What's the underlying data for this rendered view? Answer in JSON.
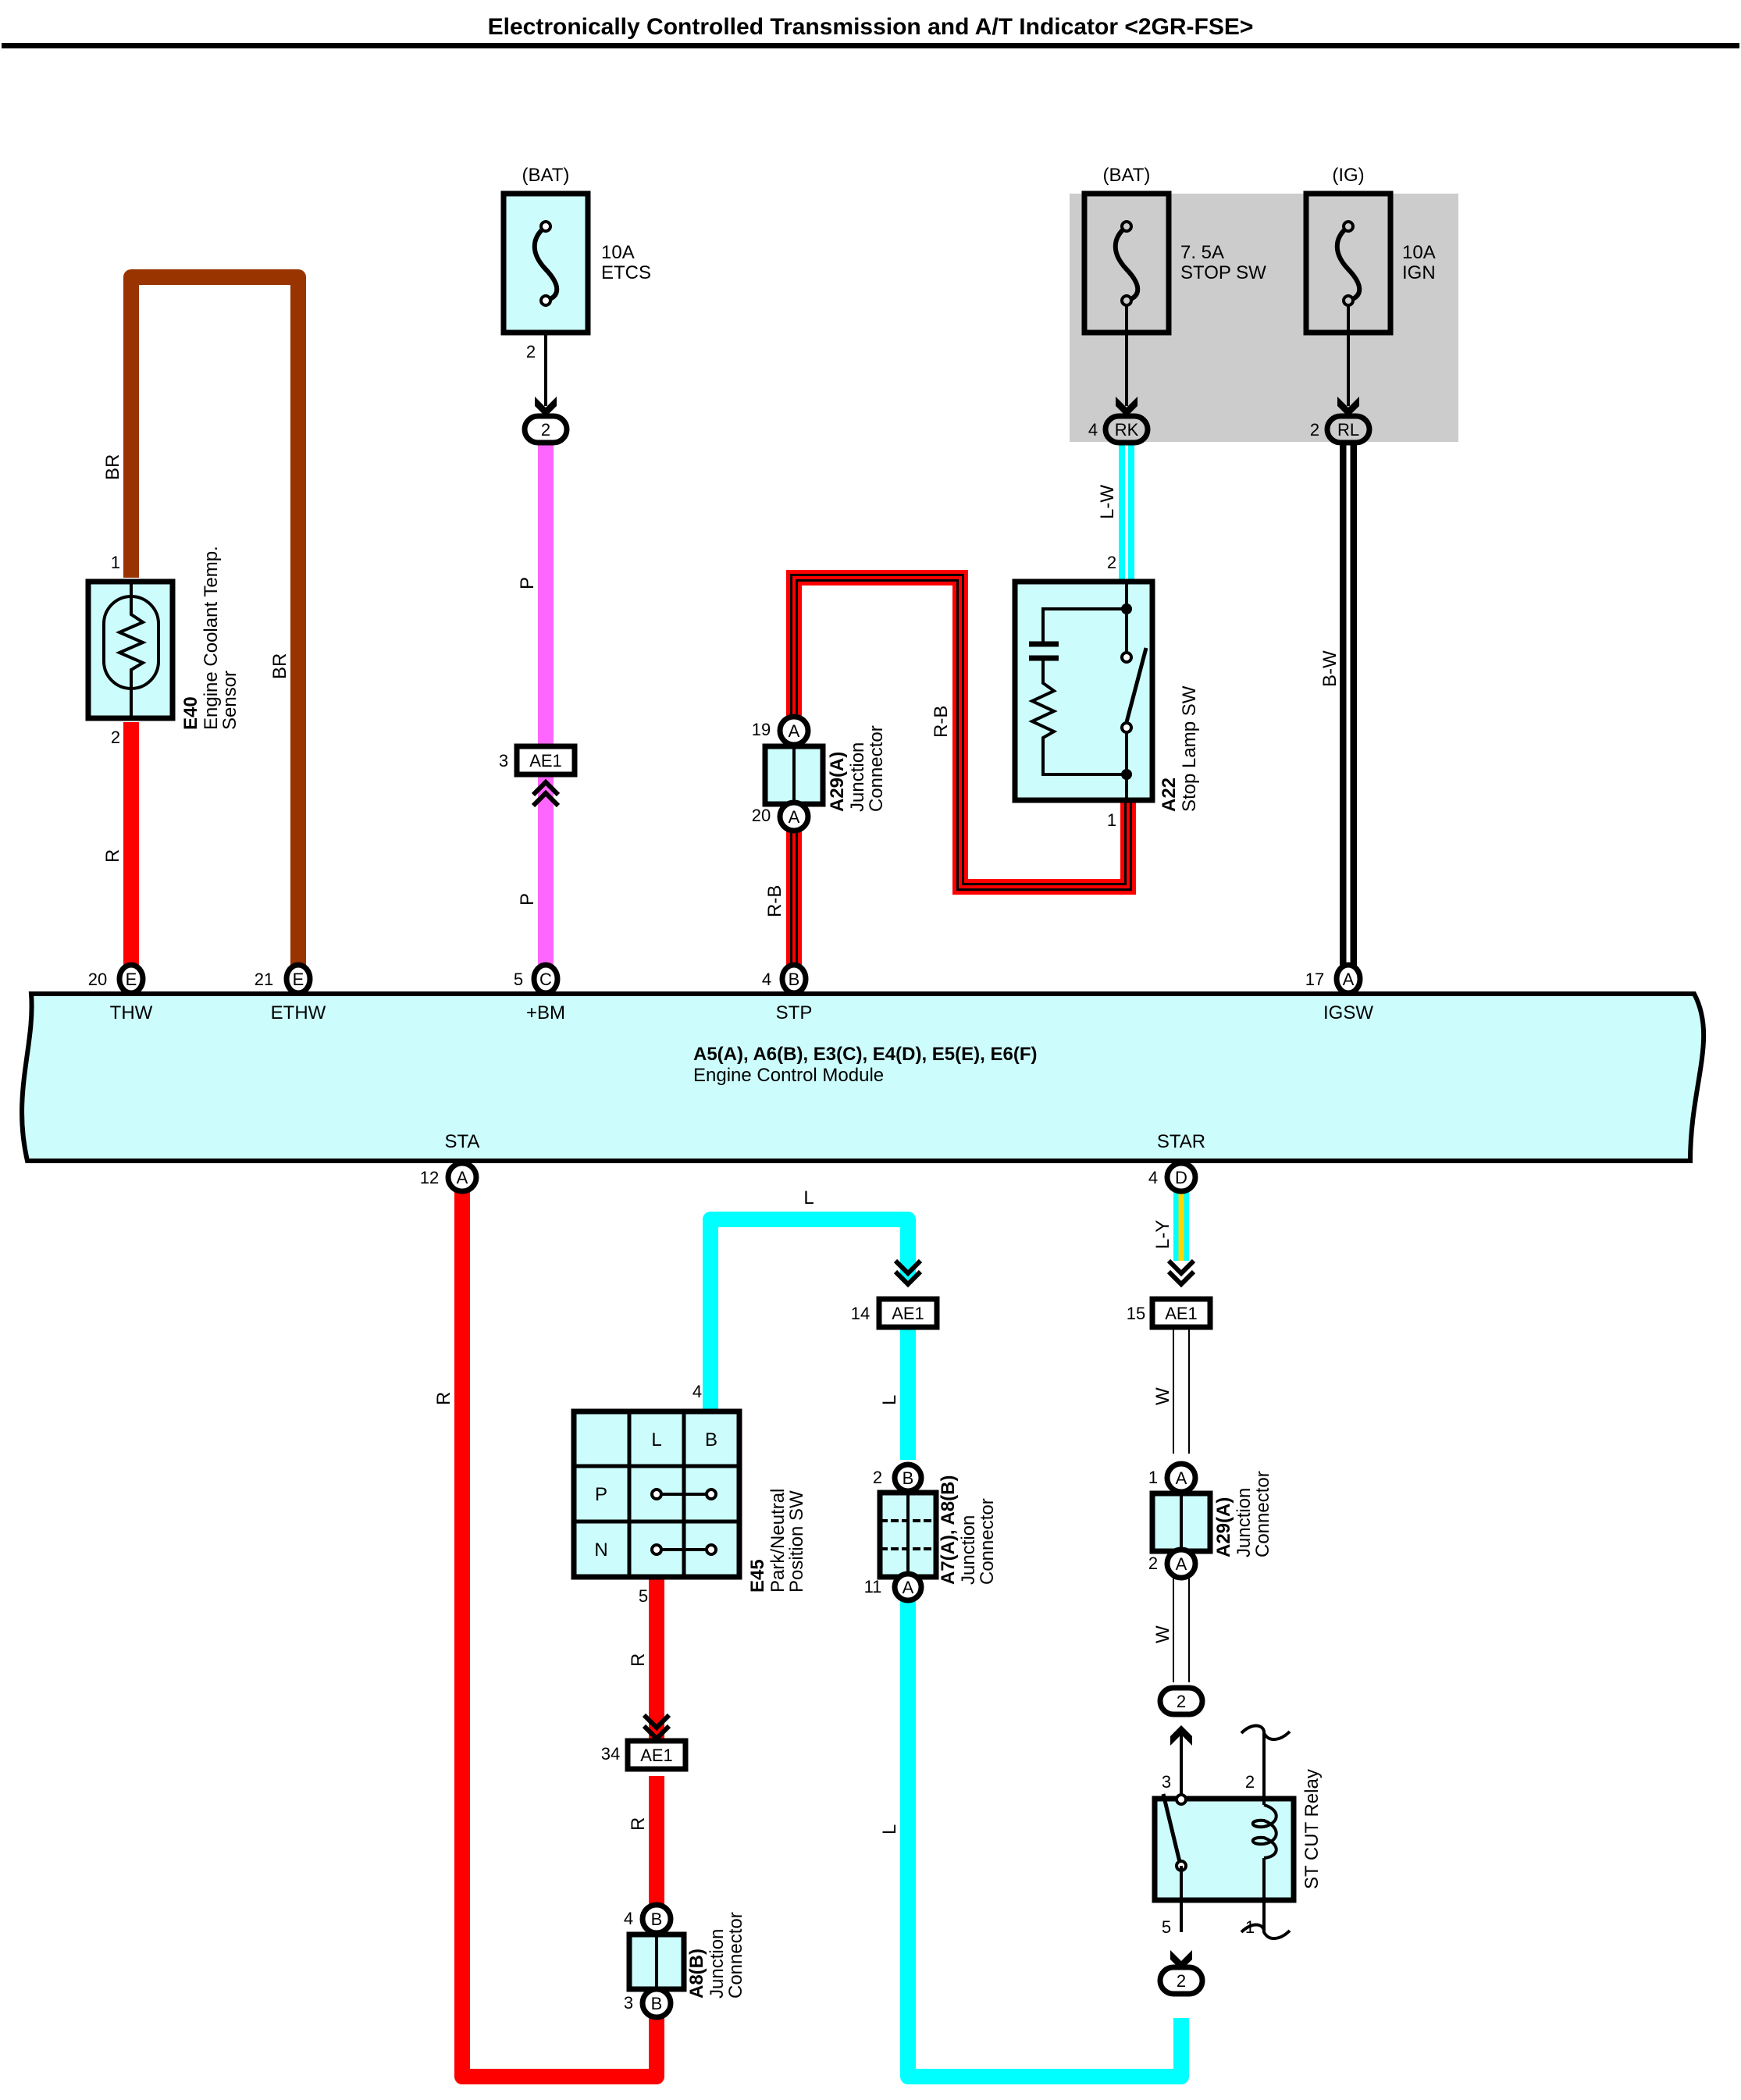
{
  "title": "Electronically Controlled Transmission and A/T Indicator <2GR-FSE>",
  "colors": {
    "component_fill": "#ccfcfc",
    "junction_block_bg": "#cccccc",
    "wire_BR": "#993300",
    "wire_R": "#ff0000",
    "wire_P": "#ff66ff",
    "wire_L": "#00ffff",
    "wire_Y": "#ffd700",
    "wire_B": "#000000",
    "wire_W": "#ffffff"
  },
  "fuses": [
    {
      "id": "fuse-etcs",
      "source": "(BAT)",
      "rating": "10A",
      "name": "ETCS",
      "out_pin": "2",
      "connector": "2",
      "connector_pin": ""
    },
    {
      "id": "fuse-stop-sw",
      "source": "(BAT)",
      "rating": "7. 5A",
      "name": "STOP SW",
      "connector": "RK",
      "connector_pin": "4"
    },
    {
      "id": "fuse-ign",
      "source": "(IG)",
      "rating": "10A",
      "name": "IGN",
      "connector": "RL",
      "connector_pin": "2"
    }
  ],
  "components": {
    "e40": {
      "code": "E40",
      "name_line1": "Engine Coolant Temp.",
      "name_line2": "Sensor",
      "pin_top": "1",
      "pin_bottom": "2"
    },
    "a22": {
      "code": "A22",
      "name": "Stop Lamp SW",
      "pin_top": "2",
      "pin_bottom": "1"
    },
    "a29_top": {
      "code": "A29(A)",
      "name_line1": "Junction",
      "name_line2": "Connector",
      "pin_top": "19",
      "pin_bottom": "20",
      "letter": "A"
    },
    "a29_bottom": {
      "code": "A29(A)",
      "name_line1": "Junction",
      "name_line2": "Connector",
      "pin_top": "1",
      "pin_bottom": "2",
      "letter": "A"
    },
    "e45": {
      "code": "E45",
      "name_line1": "Park/Neutral",
      "name_line2": "Position SW",
      "pin_top": "4",
      "pin_bottom": "5",
      "grid_header": [
        "",
        "L",
        "B"
      ],
      "grid_rows": [
        "P",
        "N"
      ]
    },
    "a7a8": {
      "code": "A7(A), A8(B)",
      "name_line1": "Junction",
      "name_line2": "Connector",
      "pin_top": "2",
      "letter_top": "B",
      "pin_bottom": "11",
      "letter_bottom": "A"
    },
    "a8b": {
      "code": "A8(B)",
      "name_line1": "Junction",
      "name_line2": "Connector",
      "pin_top": "4",
      "pin_bottom": "3",
      "letter": "B"
    },
    "st_cut": {
      "name": "ST CUT Relay",
      "pin3": "3",
      "pin2": "2",
      "pin5": "5",
      "pin1": "1",
      "plug_top": "2",
      "plug_bottom": "2"
    }
  },
  "ae1": [
    {
      "pin": "3",
      "label": "AE1"
    },
    {
      "pin": "14",
      "label": "AE1"
    },
    {
      "pin": "15",
      "label": "AE1"
    },
    {
      "pin": "34",
      "label": "AE1"
    }
  ],
  "ecm": {
    "connectors": "A5(A), A6(B), E3(C), E4(D), E5(E), E6(F)",
    "name": "Engine Control Module",
    "top_terminals": [
      {
        "pin": "20",
        "letter": "E",
        "signal": "THW"
      },
      {
        "pin": "21",
        "letter": "E",
        "signal": "ETHW"
      },
      {
        "pin": "5",
        "letter": "C",
        "signal": "+BM"
      },
      {
        "pin": "4",
        "letter": "B",
        "signal": "STP"
      },
      {
        "pin": "17",
        "letter": "A",
        "signal": "IGSW"
      }
    ],
    "bottom_terminals": [
      {
        "pin": "12",
        "letter": "A",
        "signal": "STA"
      },
      {
        "pin": "4",
        "letter": "D",
        "signal": "STAR"
      }
    ]
  },
  "wire_labels": {
    "br_left": "BR",
    "br_right": "BR",
    "r_thw": "R",
    "p_upper": "P",
    "p_lower": "P",
    "rb_stp": "R-B",
    "rb_loop": "R-B",
    "lw": "L-W",
    "bw": "B-W",
    "r_sta": "R",
    "l_top": "L",
    "l_mid": "L",
    "l_low": "L",
    "r_e45": "R",
    "r_ae1": "R",
    "ly": "L-Y",
    "w_upper": "W",
    "w_lower": "W"
  }
}
